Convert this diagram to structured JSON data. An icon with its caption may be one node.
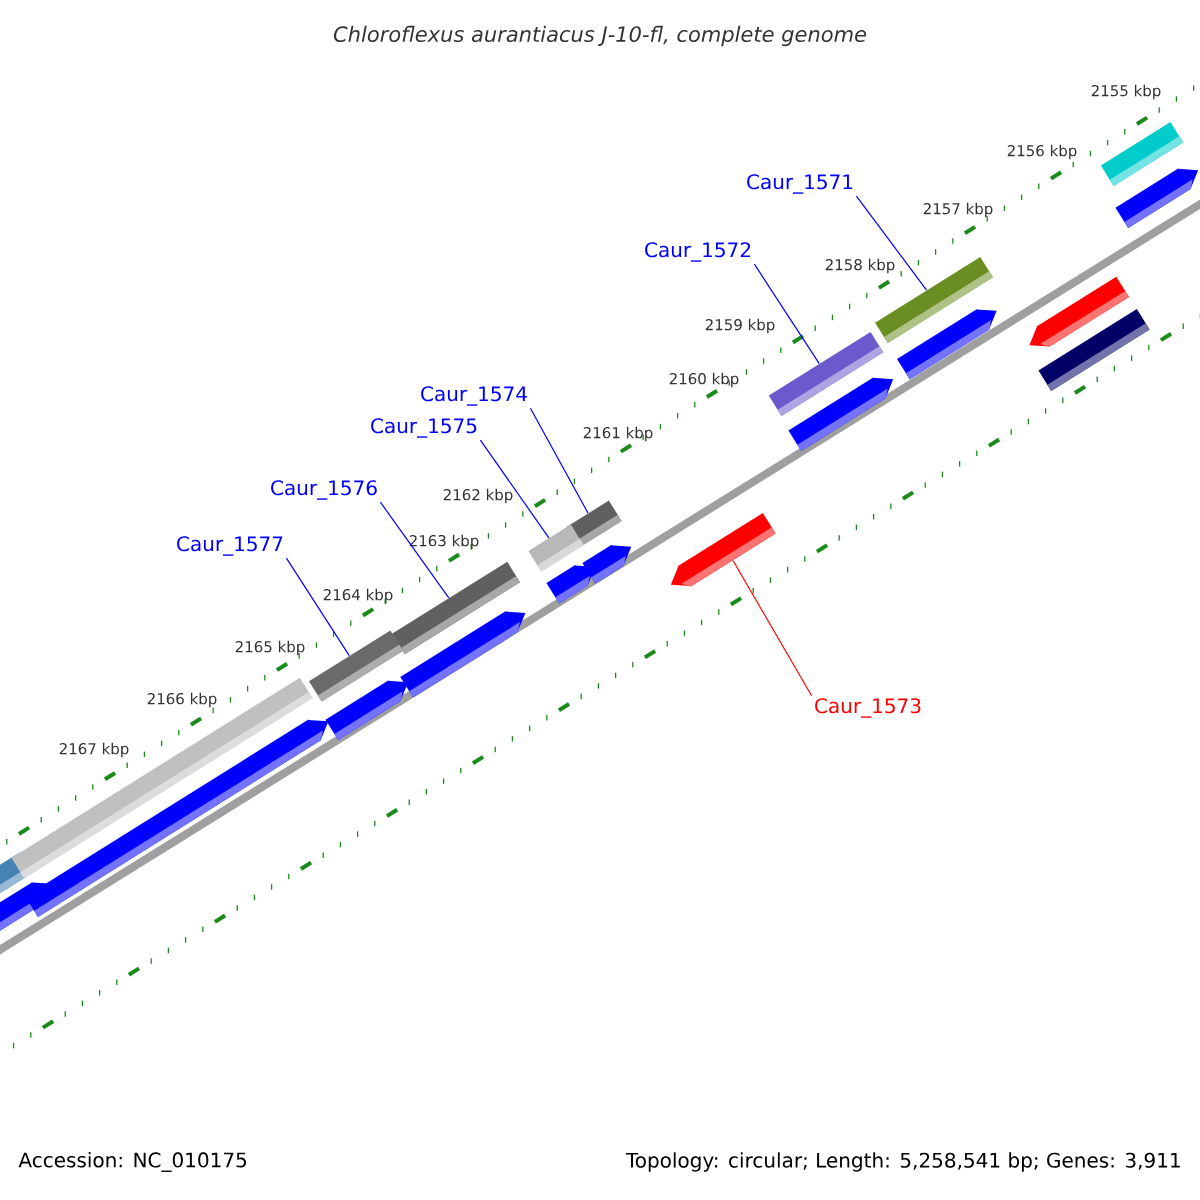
{
  "diagram": {
    "title": "Chloroflexus aurantiacus J-10-fl, complete genome",
    "nodes": [
      {
        "text": [
          "Caur_1571"
        ]
      },
      {
        "text": [
          "Caur_1572"
        ]
      },
      {
        "text": [
          "Caur_1574"
        ]
      },
      {
        "text": [
          "Caur_1575"
        ]
      },
      {
        "text": [
          "Caur_1576"
        ]
      },
      {
        "text": [
          "Caur_1577"
        ]
      },
      {
        "text": [
          "Caur_1573"
        ]
      },
      {
        "text": [],
        "shape": "bar"
      },
      {
        "text": [],
        "shape": "bar"
      },
      {
        "text": [],
        "shape": "bar"
      },
      {
        "text": [],
        "shape": "bar"
      },
      {
        "text": [],
        "shape": "bar"
      },
      {
        "text": [],
        "shape": "bar"
      },
      {
        "text": [],
        "shape": "arrow"
      },
      {
        "text": [],
        "shape": "bar"
      },
      {
        "text": [],
        "shape": "arrow"
      },
      {
        "text": [],
        "shape": "bar"
      },
      {
        "text": [],
        "shape": "arrow"
      },
      {
        "text": [],
        "shape": "arrow"
      },
      {
        "text": [],
        "shape": "arrow"
      },
      {
        "text": [],
        "shape": "arrow"
      },
      {
        "text": [],
        "shape": "arrow"
      },
      {
        "text": [],
        "shape": "arrow"
      },
      {
        "text": [],
        "shape": "arrow"
      },
      {
        "text": [],
        "shape": "arrow"
      },
      {
        "text": [],
        "shape": "bar"
      },
      {
        "text": [],
        "shape": "bar"
      },
      {
        "text": [],
        "shape": "arrow"
      }
    ],
    "edges": [
      {
        "from": 0,
        "to": 7,
        "arrow": "none"
      },
      {
        "from": 1,
        "to": 8,
        "arrow": "none"
      },
      {
        "from": 2,
        "to": 9,
        "arrow": "none"
      },
      {
        "from": 3,
        "to": 10,
        "arrow": "none"
      },
      {
        "from": 4,
        "to": 11,
        "arrow": "none"
      },
      {
        "from": 5,
        "to": 12,
        "arrow": "none"
      },
      {
        "from": 6,
        "to": 13,
        "arrow": "none",
        "color": "#ff0000"
      }
    ],
    "labels": [
      "2155 kbp",
      "2156 kbp",
      "2157 kbp",
      "2158 kbp",
      "2159 kbp",
      "2160 kbp",
      "2161 kbp",
      "2162 kbp",
      "2163 kbp",
      "2164 kbp",
      "2165 kbp",
      "2166 kbp",
      "2167 kbp",
      "Accession: NC_010175",
      "Topology: circular; Length: 5,258,541 bp; Genes: 3,911"
    ]
  }
}
